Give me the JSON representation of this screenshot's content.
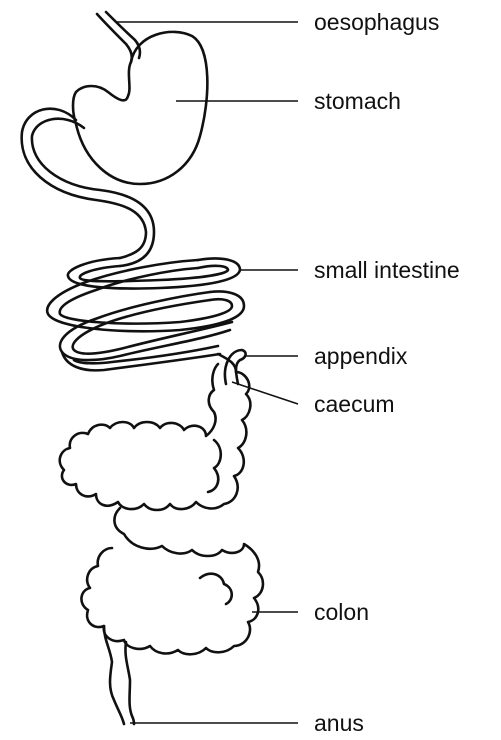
{
  "labels": {
    "oesophagus": "oesophagus",
    "stomach": "stomach",
    "small_intestine": "small intestine",
    "appendix": "appendix",
    "caecum": "caecum",
    "colon": "colon",
    "anus": "anus"
  }
}
